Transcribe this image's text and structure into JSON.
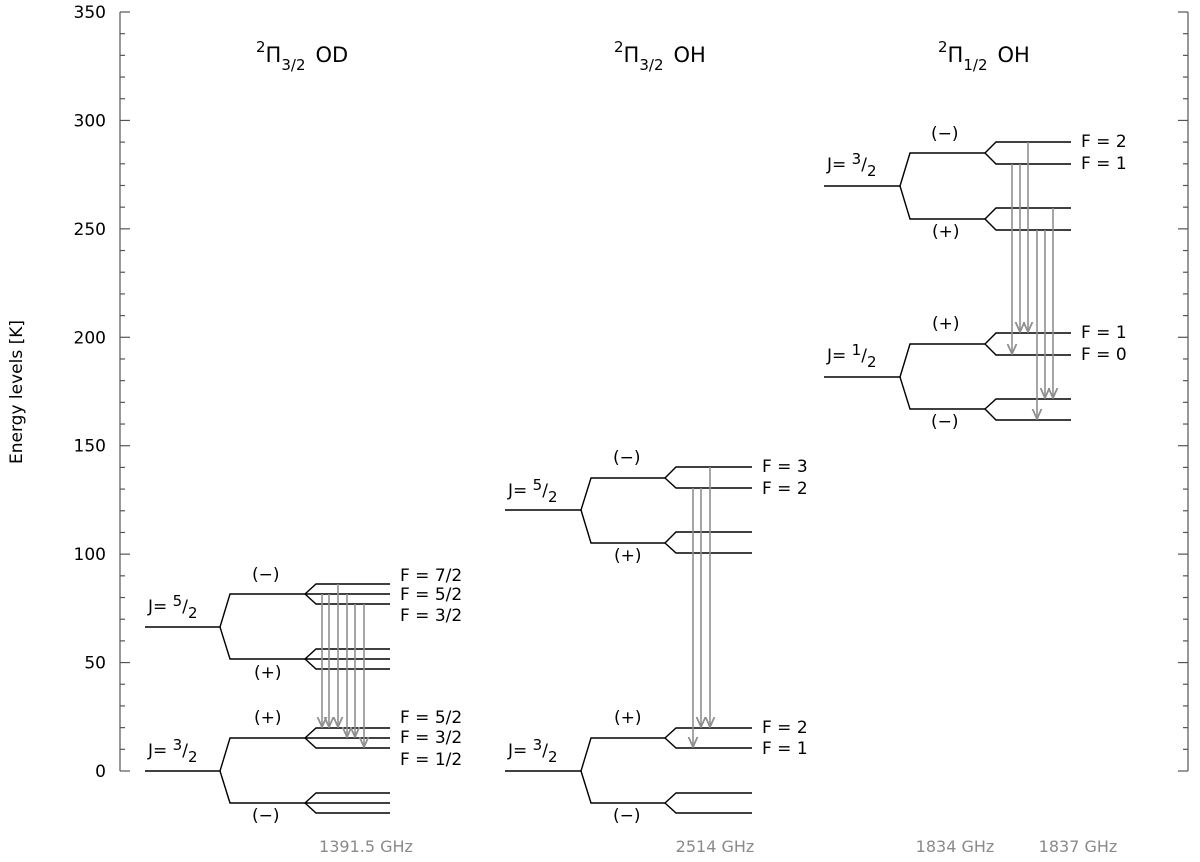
{
  "axis": {
    "ylabel": "Energy levels [K]",
    "ticks": [
      {
        "value": 0,
        "label": "0"
      },
      {
        "value": 50,
        "label": "50"
      },
      {
        "value": 100,
        "label": "100"
      },
      {
        "value": 150,
        "label": "150"
      },
      {
        "value": 200,
        "label": "200"
      },
      {
        "value": 250,
        "label": "250"
      },
      {
        "value": 300,
        "label": "300"
      },
      {
        "value": 350,
        "label": "350"
      }
    ],
    "ylim": [
      0,
      350
    ]
  },
  "panels": [
    {
      "title_sup": "2",
      "title_pi": "Π",
      "title_sub": "3/2",
      "title_mol": "OD",
      "frequency": "1391.5 GHz",
      "upper": {
        "j_prefix": "J= ",
        "j_num": "5",
        "j_den": "2",
        "minus": "(−)",
        "plus": "(+)",
        "f_labels": [
          "F = 7/2",
          "F = 5/2",
          "F = 3/2"
        ]
      },
      "lower": {
        "j_prefix": "J= ",
        "j_num": "3",
        "j_den": "2",
        "minus": "(−)",
        "plus": "(+)",
        "f_labels": [
          "F = 5/2",
          "F = 3/2",
          "F = 1/2"
        ]
      }
    },
    {
      "title_sup": "2",
      "title_pi": "Π",
      "title_sub": "3/2",
      "title_mol": "OH",
      "frequency": "2514 GHz",
      "upper": {
        "j_prefix": "J= ",
        "j_num": "5",
        "j_den": "2",
        "minus": "(−)",
        "plus": "(+)",
        "f_labels": [
          "F = 3",
          "F = 2"
        ]
      },
      "lower": {
        "j_prefix": "J= ",
        "j_num": "3",
        "j_den": "2",
        "minus": "(−)",
        "plus": "(+)",
        "f_labels": [
          "F = 2",
          "F = 1"
        ]
      }
    },
    {
      "title_sup": "2",
      "title_pi": "Π",
      "title_sub": "1/2",
      "title_mol": "OH",
      "frequency_a": "1834 GHz",
      "frequency_b": "1837 GHz",
      "upper": {
        "j_prefix": "J= ",
        "j_num": "3",
        "j_den": "2",
        "minus": "(−)",
        "plus": "(+)",
        "f_labels": [
          "F = 2",
          "F = 1"
        ]
      },
      "lower": {
        "j_prefix": "J= ",
        "j_num": "1",
        "j_den": "2",
        "minus": "(−)",
        "plus": "(+)",
        "f_labels": [
          "F = 1",
          "F = 0"
        ]
      }
    }
  ],
  "colors": {
    "level": "#000000",
    "arrow": "#8f8f8f",
    "axis": "#555555",
    "frequency_text": "#8a8a8a"
  }
}
